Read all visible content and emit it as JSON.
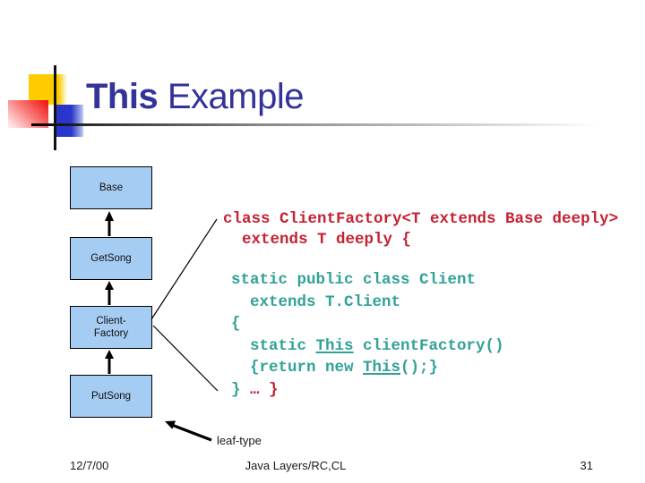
{
  "title": {
    "word_bold": "This",
    "word_rest": " Example"
  },
  "colors": {
    "title": "#333399",
    "code_red": "#C52233",
    "code_teal": "#31A297",
    "box_fill": "#A5CCF2",
    "box_border": "#000000"
  },
  "diagram": {
    "boxes": [
      {
        "label": "Base"
      },
      {
        "label": "GetSong"
      },
      {
        "label": "Client-\nFactory"
      },
      {
        "label": "PutSong"
      }
    ],
    "leaf_label": "leaf-type"
  },
  "code": {
    "blocks": [
      {
        "name": "factory-declaration",
        "lines": [
          [
            {
              "t": "class ClientFactory<T extends Base deeply>",
              "c": "red"
            }
          ],
          [
            {
              "t": "  extends T deeply {",
              "c": "red"
            }
          ]
        ]
      },
      {
        "name": "client-class-body",
        "lines": [
          [
            {
              "t": "static public class Client",
              "c": "teal"
            }
          ],
          [
            {
              "t": "  extends T.Client",
              "c": "teal"
            }
          ],
          [
            {
              "t": "{",
              "c": "teal"
            }
          ],
          [
            {
              "t": "  static ",
              "c": "teal"
            },
            {
              "t": "This",
              "c": "teal",
              "u": true
            },
            {
              "t": " clientFactory()",
              "c": "teal"
            }
          ],
          [
            {
              "t": "  {return new ",
              "c": "teal"
            },
            {
              "t": "This",
              "c": "teal",
              "u": true
            },
            {
              "t": "();}",
              "c": "teal"
            }
          ],
          [
            {
              "t": "} ",
              "c": "teal"
            },
            {
              "t": "… }",
              "c": "red"
            }
          ]
        ]
      }
    ]
  },
  "footer": {
    "date": "12/7/00",
    "center": "Java Layers/RC,CL",
    "page": "31"
  }
}
